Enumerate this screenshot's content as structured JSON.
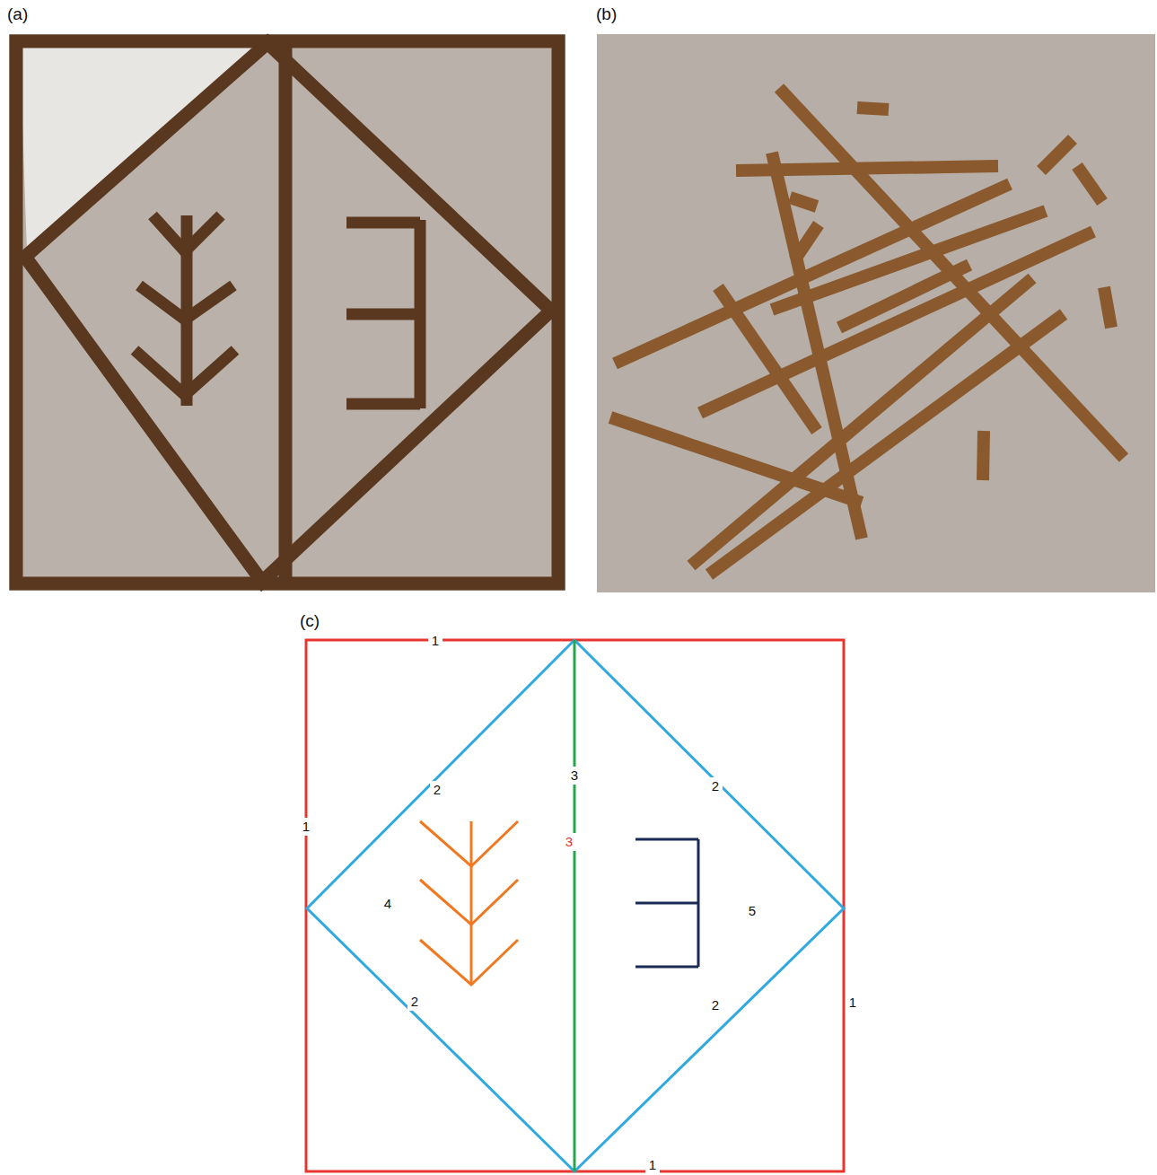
{
  "diagram": {
    "labels": [
      "(a)",
      "(b)",
      "(c)",
      "1",
      "2",
      "3",
      "2",
      "1",
      "3",
      "5",
      "4",
      "2",
      "2",
      "1",
      "1"
    ]
  }
}
